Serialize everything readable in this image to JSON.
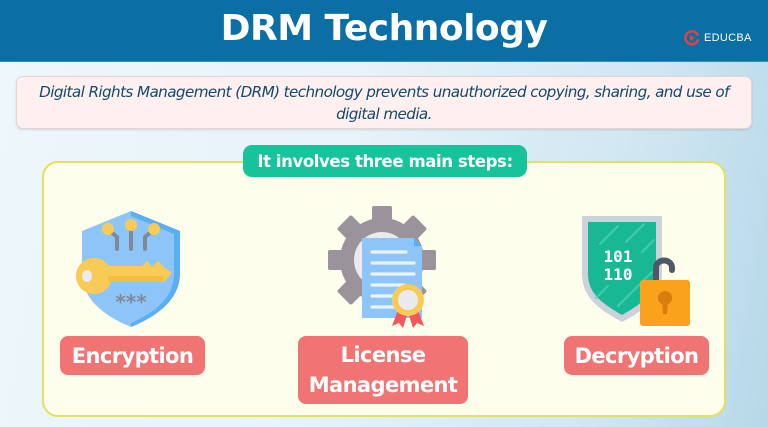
{
  "header": {
    "title": "DRM Technology",
    "brand": {
      "name": "EDUCBA",
      "icon": "educba-logo-icon"
    },
    "background_color": "#0b6ea5"
  },
  "description": {
    "text": "Digital Rights Management (DRM) technology prevents unauthorized copying, sharing, and use of digital media."
  },
  "steps_section": {
    "heading": "It involves three main steps:",
    "heading_color": "#17c39b",
    "items": [
      {
        "label": "Encryption",
        "icon": "shield-key-icon"
      },
      {
        "label": "License Management",
        "icon": "gear-certificate-icon"
      },
      {
        "label": "Decryption",
        "icon": "shield-binary-unlock-icon"
      }
    ],
    "pill_color": "#ef7473"
  },
  "decryption_icon_text": {
    "line1": "101",
    "line2": "110"
  },
  "encryption_icon_text": "***"
}
